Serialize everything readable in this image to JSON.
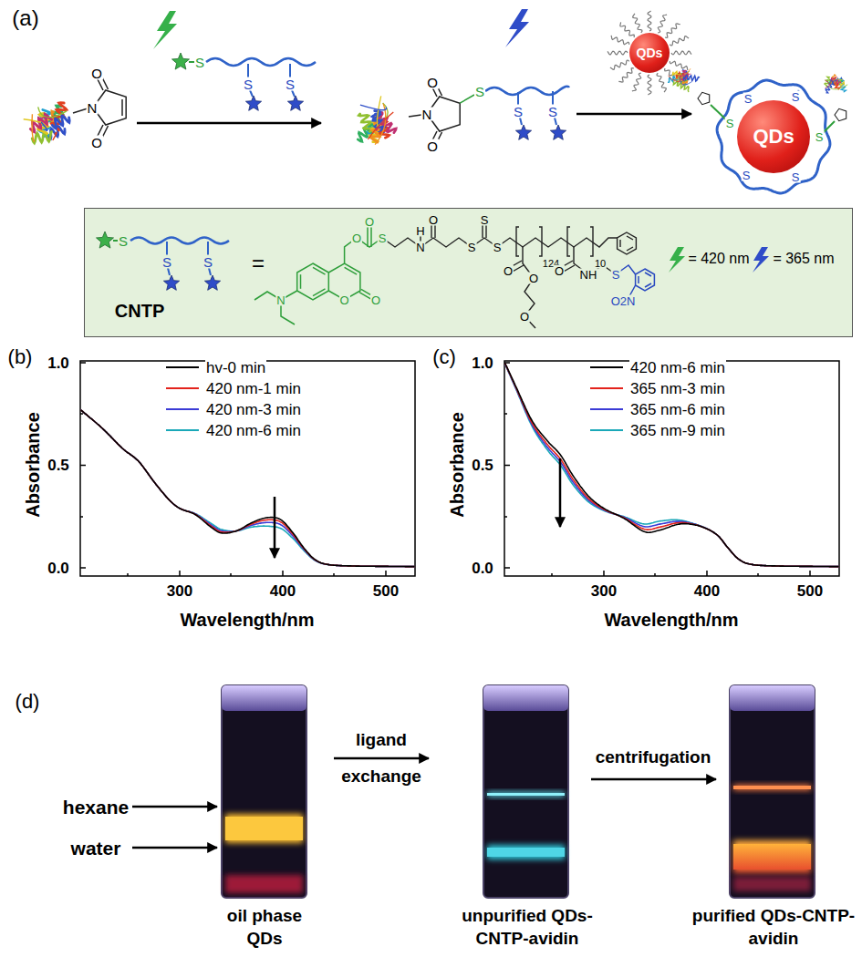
{
  "diagram": {
    "nodes": [
      {
        "text": [
          "S",
          "S",
          "S",
          "CNTP",
          "=",
          "N",
          "O",
          "O",
          "O",
          "O",
          "S",
          "H",
          "N",
          "O",
          "S",
          "S",
          "S",
          "124",
          "10",
          "O",
          "O",
          "O",
          "NH",
          "O",
          "S",
          "O2N",
          "= 420 nm",
          "= 365 nm"
        ]
      },
      {
        "text": [
          "QDs"
        ]
      },
      {
        "text": [
          "QDs"
        ]
      }
    ],
    "labels": [
      "(a)",
      "N",
      "O",
      "O",
      "S",
      "S",
      "S",
      "N",
      "O",
      "O",
      "S",
      "S",
      "S",
      "S",
      "S",
      "S",
      "S",
      "S",
      "S",
      "(b)",
      "Absorbance",
      "1.0",
      "0.5",
      "0.0",
      "300",
      "400",
      "500",
      "Wavelength/nm",
      "(c)",
      "Absorbance",
      "1.0",
      "0.5",
      "0.0",
      "300",
      "400",
      "500",
      "Wavelength/nm",
      "(d)",
      "hexane",
      "water",
      "ligand exchange",
      "centrifugation",
      "oil phase QDs",
      "unpurified QDs-CNTP-avidin",
      "purified QDs-CNTP-avidin"
    ],
    "legend": [
      {
        "text": "hv-0 min"
      },
      {
        "text": "420 nm-1 min"
      },
      {
        "text": "420 nm-3 min"
      },
      {
        "text": "420 nm-6 min"
      },
      {
        "text": "420 nm-6 min"
      },
      {
        "text": "365 nm-3 min"
      },
      {
        "text": "365 nm-6 min"
      },
      {
        "text": "365 nm-9 min"
      }
    ]
  }
}
